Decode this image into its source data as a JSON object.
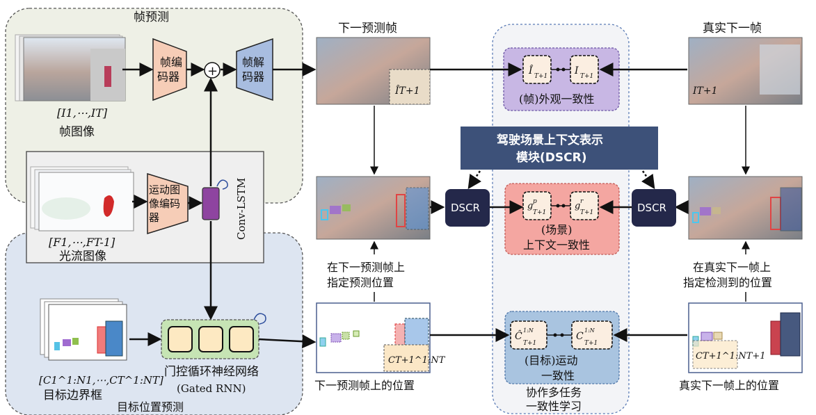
{
  "frame_prediction": {
    "title": "帧预测",
    "encoder": "帧编码器",
    "decoder": "帧解码器",
    "input_seq": "[I1,⋯,IT]",
    "input_label": "帧图像"
  },
  "motion": {
    "encoder": "运动图像编码器",
    "conv_lstm": "Conv-LSTM",
    "input_seq": "[F1,⋯,FT-1]",
    "input_label": "光流图像"
  },
  "target_prediction": {
    "title": "目标位置预测",
    "gru_label_1": "门控循环神经网络",
    "gru_label_2": "(Gated RNN)",
    "input_seq": "[C1^1:N1,⋯,CT^1:NT]",
    "input_label": "目标边界框"
  },
  "predicted": {
    "next_frame": "下一预测帧",
    "next_frame_symbol": "ÎT+1",
    "assign_1": "在下一预测帧上",
    "assign_2": "指定预测位置",
    "positions": "下一预测帧上的位置",
    "pos_symbol": "CT+1^1:NT"
  },
  "real": {
    "next_frame": "真实下一帧",
    "next_frame_symbol": "IT+1",
    "assign_1": "在真实下一帧上",
    "assign_2": "指定检测到的位置",
    "positions": "真实下一帧上的位置",
    "pos_symbol": "CT+1^1:NT+1"
  },
  "dscr": {
    "title_1": "驾驶场景上下文表示",
    "title_2": "模块(DSCR)",
    "node": "DSCR"
  },
  "consistency": {
    "appearance": "(帧)外观一致性",
    "scene_1": "(场景)",
    "scene_2": "上下文一致性",
    "motion_1": "(目标)运动",
    "motion_2": "一致性",
    "panel_1": "协作多任务",
    "panel_2": "一致性学习",
    "gp": "g^p T+1",
    "gr": "g^r T+1"
  },
  "colors": {
    "appearance": "#c8b7e4",
    "scene": "#f4a6a1",
    "motion": "#a9c4e0",
    "dscr_banner": "#3d5179",
    "dscr_node": "#24284a",
    "encoder": "#f6cdb7",
    "decoder": "#a8bde0",
    "gru": "#c6e4b4",
    "gru_cell": "#fde9c2",
    "lstm": "#8e44a0"
  }
}
